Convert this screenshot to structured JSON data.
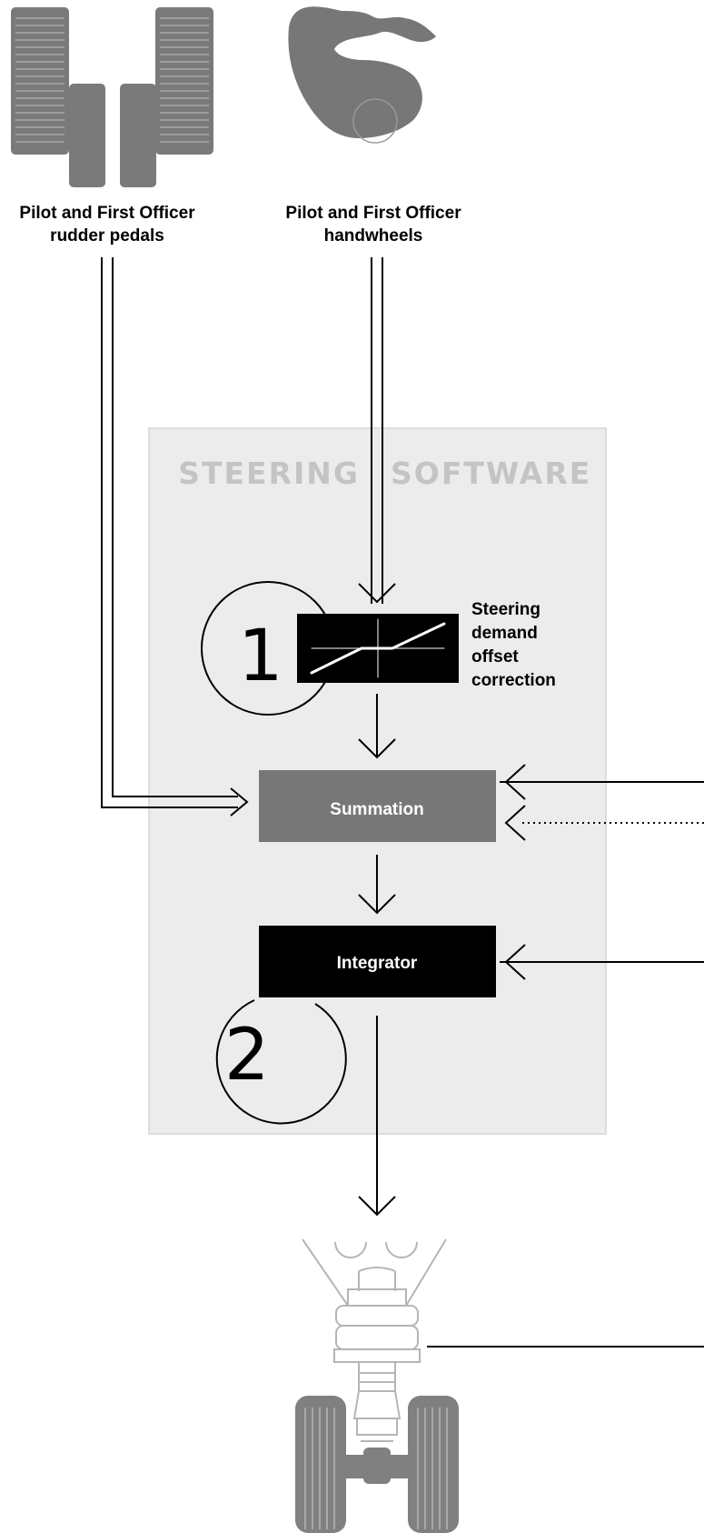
{
  "inputs": {
    "pedals_label_line1": "Pilot and First Officer",
    "pedals_label_line2": "rudder pedals",
    "handwheels_label_line1": "Pilot and First Officer",
    "handwheels_label_line2": "handwheels"
  },
  "software": {
    "title_left": "STEERING",
    "title_right": "SOFTWARE"
  },
  "offset_correction": {
    "number": "1",
    "label_lines": [
      "Steering",
      "demand",
      "offset",
      "correction"
    ]
  },
  "summation": {
    "label": "Summation"
  },
  "integrator": {
    "label": "Integrator",
    "number": "2"
  },
  "colors": {
    "software_panel": "#ececec",
    "software_panel_border": "#dddddd",
    "software_title": "#c4c4c4",
    "summation_box": "#777777",
    "integrator_box": "#000000",
    "pedal_body": "#7a7a7a",
    "handwheel_body": "#777777",
    "gear_line": "#b5b5b5",
    "tyre": "#808080",
    "line": "#000000"
  }
}
